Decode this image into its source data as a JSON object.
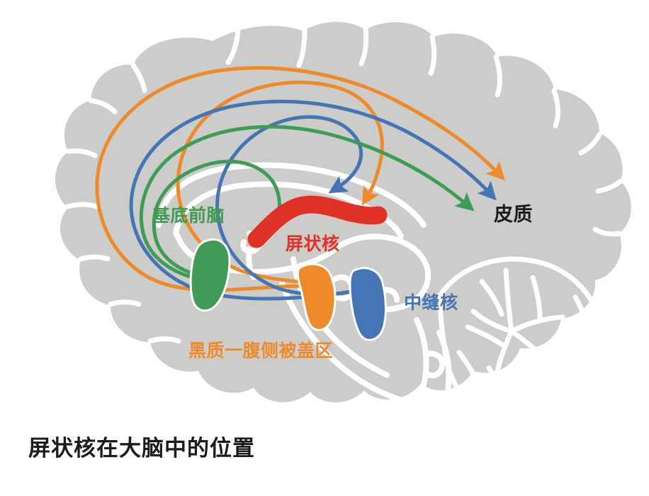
{
  "figure": {
    "caption": "屏状核在大脑中的位置",
    "background_color": "#ffffff",
    "brain_fill_color": "#cccccb",
    "brain_outline_color": "#ffffff"
  },
  "labels": {
    "basal_forebrain": "基底前脑",
    "claustrum": "屏状核",
    "sn_vta": "黑质一腹侧被盖区",
    "raphe": "中缝核",
    "cortex": "皮质"
  },
  "colors": {
    "green": "#3f9b55",
    "red": "#e03127",
    "orange": "#ef8a2b",
    "blue": "#4575b4",
    "black": "#1a1a1a",
    "gray": "#cccccb",
    "white": "#ffffff"
  },
  "structures": [
    {
      "name": "basal-forebrain",
      "label": "基底前脑",
      "color": "#3f9b55",
      "shape": "blob"
    },
    {
      "name": "claustrum",
      "label": "屏状核",
      "color": "#e03127",
      "shape": "bent-band"
    },
    {
      "name": "substantia-nigra-vta",
      "label": "黑质一腹侧被盖区",
      "color": "#ef8a2b",
      "shape": "blob"
    },
    {
      "name": "raphe-nuclei",
      "label": "中缝核",
      "color": "#4575b4",
      "shape": "blob"
    },
    {
      "name": "cortex",
      "label": "皮质",
      "color": "#1a1a1a",
      "shape": "region"
    }
  ],
  "projections": [
    {
      "name": "basal-forebrain-to-cortex",
      "color": "#3f9b55",
      "from": "基底前脑",
      "to": "皮质"
    },
    {
      "name": "basal-forebrain-to-claustrum",
      "color": "#3f9b55",
      "from": "基底前脑",
      "to": "屏状核"
    },
    {
      "name": "raphe-to-cortex",
      "color": "#4575b4",
      "from": "中缝核",
      "to": "皮质"
    },
    {
      "name": "raphe-to-claustrum",
      "color": "#4575b4",
      "from": "中缝核",
      "to": "屏状核"
    },
    {
      "name": "sn-vta-to-cortex",
      "color": "#ef8a2b",
      "from": "黑质一腹侧被盖区",
      "to": "皮质"
    },
    {
      "name": "sn-vta-to-claustrum",
      "color": "#ef8a2b",
      "from": "黑质一腹侧被盖区",
      "to": "屏状核"
    }
  ]
}
